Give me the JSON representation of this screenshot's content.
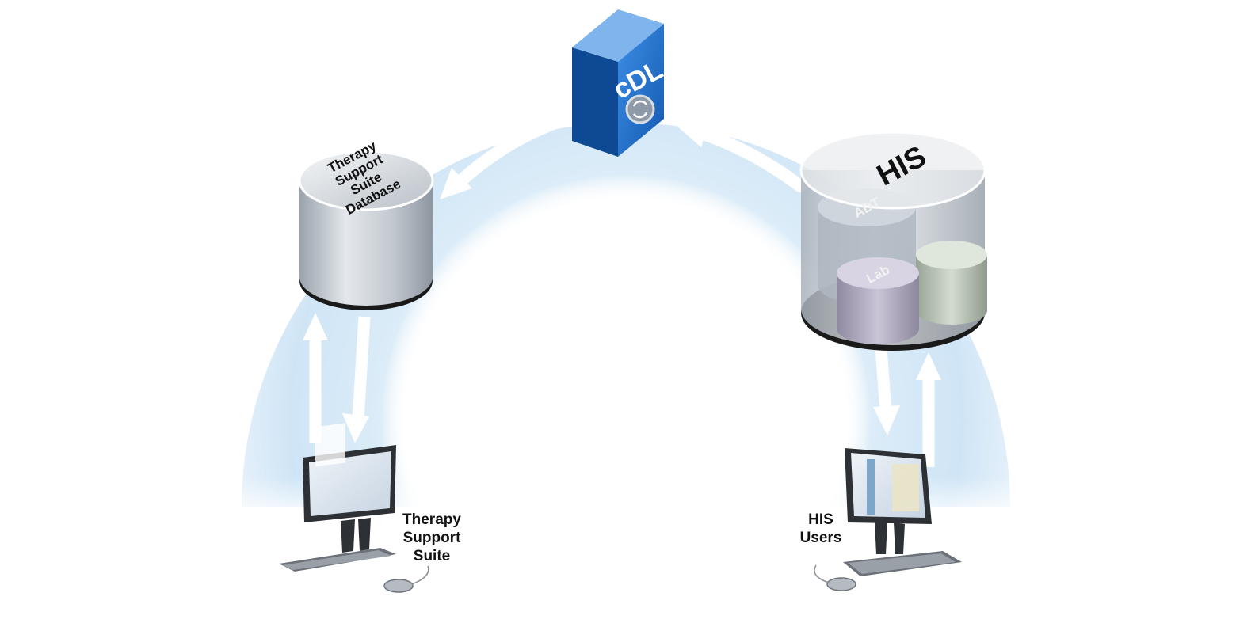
{
  "server": {
    "label": "cDL"
  },
  "therapy_db": {
    "lines": [
      "Therapy",
      "Support",
      "Suite",
      "Database"
    ]
  },
  "his_db": {
    "label": "HIS",
    "modules": [
      "ADT",
      "Lab"
    ]
  },
  "therapy_client": {
    "lines": [
      "Therapy",
      "Support",
      "Suite"
    ]
  },
  "his_client": {
    "lines": [
      "HIS",
      "Users"
    ]
  },
  "colors": {
    "arc": "#d6eaf8",
    "server_blue": "#1e6fc9",
    "server_side": "#0f4e9a",
    "cylinder": "#c8cdd3"
  }
}
